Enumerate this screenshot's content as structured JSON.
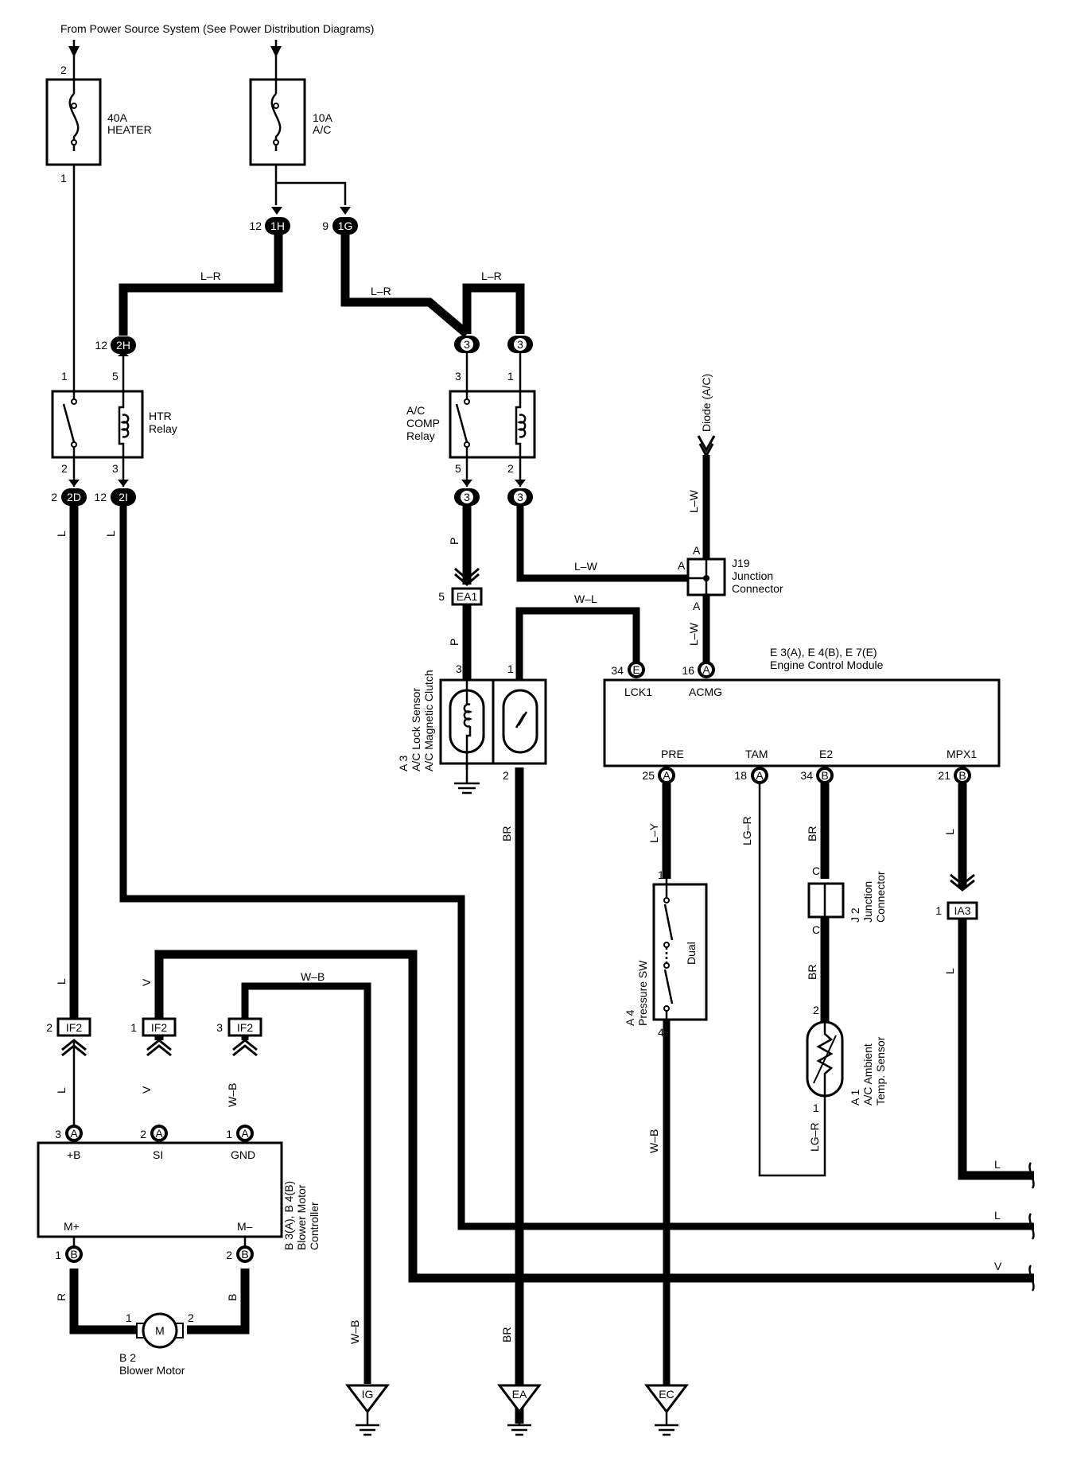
{
  "header": "From Power Source System (See Power Distribution Diagrams)",
  "fuses": [
    {
      "amp": "40A",
      "name": "HEATER",
      "pin_top": "2",
      "pin_bottom": "1"
    },
    {
      "amp": "10A",
      "name": "A/C"
    }
  ],
  "connectors": {
    "j1H": {
      "code": "1H",
      "pin": "12"
    },
    "j1G": {
      "code": "1G",
      "pin": "9"
    },
    "j2H": {
      "code": "2H",
      "pin": "12"
    },
    "j2D": {
      "code": "2D",
      "pin": "2"
    },
    "j2I": {
      "code": "2I",
      "pin": "12"
    },
    "r3a": {
      "code": "3"
    },
    "r3b": {
      "code": "3"
    },
    "r3c": {
      "code": "3"
    },
    "r3d": {
      "code": "3"
    },
    "ea1": {
      "code": "EA1",
      "pin": "5"
    },
    "ia3": {
      "code": "IA3",
      "pin": "1"
    },
    "if2a": {
      "code": "IF2",
      "pin": "2"
    },
    "if2b": {
      "code": "IF2",
      "pin": "1"
    },
    "if2c": {
      "code": "IF2",
      "pin": "3"
    }
  },
  "htr_relay": {
    "name": "HTR",
    "sub": "Relay",
    "pins": [
      "1",
      "5",
      "2",
      "3"
    ]
  },
  "ac_relay": {
    "lines": [
      "A/C",
      "COMP",
      "Relay"
    ],
    "pins": [
      "3",
      "1",
      "5",
      "2"
    ]
  },
  "diode": "Diode (A/C)",
  "j19": {
    "id": "J19",
    "l1": "Junction",
    "l2": "Connector",
    "pin": "A"
  },
  "ecm": {
    "title": "E 3(A), E 4(B), E 7(E)",
    "name": "Engine Control Module",
    "top_terminals": [
      {
        "label": "LCK1",
        "pin": "34",
        "conn": "E"
      },
      {
        "label": "ACMG",
        "pin": "16",
        "conn": "A"
      }
    ],
    "bottom_terminals": [
      {
        "label": "PRE",
        "pin": "25",
        "conn": "A"
      },
      {
        "label": "TAM",
        "pin": "18",
        "conn": "A"
      },
      {
        "label": "E2",
        "pin": "34",
        "conn": "B"
      },
      {
        "label": "MPX1",
        "pin": "21",
        "conn": "B"
      }
    ]
  },
  "a3": {
    "id": "A 3",
    "l1": "A/C Lock Sensor",
    "l2": "A/C Magnetic Clutch",
    "pins": [
      "3",
      "1",
      "2"
    ]
  },
  "a4": {
    "id": "A 4",
    "l1": "Pressure SW",
    "dual": "Dual",
    "pins": [
      "1",
      "4"
    ]
  },
  "j2": {
    "id": "J 2",
    "l1": "Junction",
    "l2": "Connector",
    "pin": "C"
  },
  "a1": {
    "id": "A 1",
    "l1": "A/C Ambient",
    "l2": "Temp. Sensor",
    "pins": [
      "2",
      "1"
    ]
  },
  "blower_ctrl": {
    "l1": "B 3(A), B 4(B)",
    "l2": "Blower Motor",
    "l3": "Controller",
    "terminals": [
      {
        "label": "+B",
        "pin": "3",
        "conn": "A"
      },
      {
        "label": "SI",
        "pin": "2",
        "conn": "A"
      },
      {
        "label": "GND",
        "pin": "1",
        "conn": "A"
      },
      {
        "label": "M+",
        "pin": "1",
        "conn": "B"
      },
      {
        "label": "M–",
        "pin": "2",
        "conn": "B"
      }
    ]
  },
  "motor": {
    "id": "B 2",
    "name": "Blower Motor",
    "symbol": "M",
    "pins": [
      "1",
      "2"
    ]
  },
  "grounds": [
    "IG",
    "EA",
    "EC"
  ],
  "wire_colors": {
    "lr": "L–R",
    "lw": "L–W",
    "wl": "W–L",
    "p": "P",
    "l": "L",
    "v": "V",
    "wb": "W–B",
    "br": "BR",
    "ly": "L–Y",
    "lgr": "LG–R",
    "r": "R",
    "b": "B"
  }
}
